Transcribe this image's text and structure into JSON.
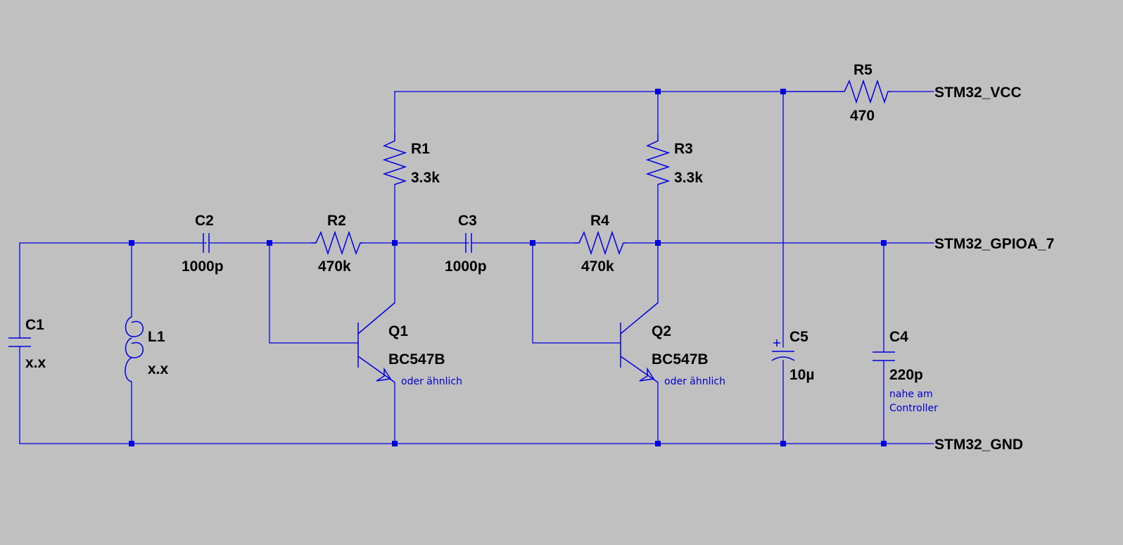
{
  "components": {
    "c1": {
      "ref": "C1",
      "value": "x.x"
    },
    "l1": {
      "ref": "L1",
      "value": "x.x"
    },
    "c2": {
      "ref": "C2",
      "value": "1000p"
    },
    "r2": {
      "ref": "R2",
      "value": "470k"
    },
    "r1": {
      "ref": "R1",
      "value": "3.3k"
    },
    "q1": {
      "ref": "Q1",
      "value": "BC547B",
      "note": "oder ähnlich"
    },
    "c3": {
      "ref": "C3",
      "value": "1000p"
    },
    "r4": {
      "ref": "R4",
      "value": "470k"
    },
    "r3": {
      "ref": "R3",
      "value": "3.3k"
    },
    "q2": {
      "ref": "Q2",
      "value": "BC547B",
      "note": "oder ähnlich"
    },
    "r5": {
      "ref": "R5",
      "value": "470"
    },
    "c5": {
      "ref": "C5",
      "value": "10µ",
      "polarity": "+"
    },
    "c4": {
      "ref": "C4",
      "value": "220p",
      "note_line1": "nahe am",
      "note_line2": "Controller"
    }
  },
  "nets": {
    "vcc": "STM32_VCC",
    "gpio": "STM32_GPIOA_7",
    "gnd": "STM32_GND"
  },
  "colors": {
    "background": "#c0c0c0",
    "wire": "#0000e0",
    "label": "#000000",
    "note": "#0000cc"
  }
}
